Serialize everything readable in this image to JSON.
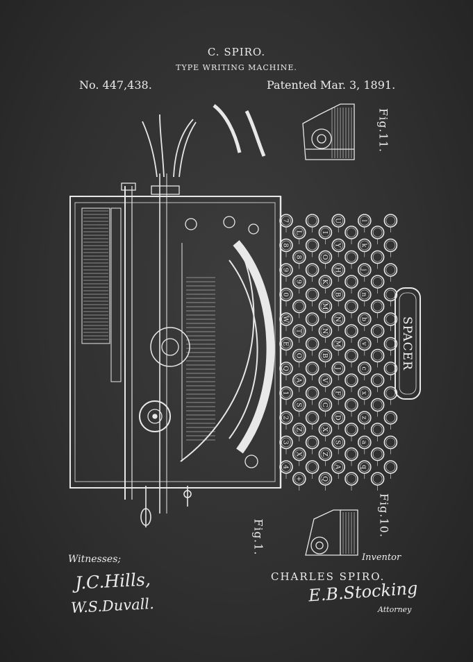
{
  "header": {
    "inventor": "C. SPIRO.",
    "title": "TYPE WRITING MACHINE.",
    "number": "No. 447,438.",
    "date": "Patented Mar. 3, 1891."
  },
  "figures": {
    "fig1": "Fig.1.",
    "fig10": "Fig.10.",
    "fig11": "Fig.11."
  },
  "spacer_label": "SPACER",
  "keyboard": {
    "rows": [
      [
        "7",
        "8",
        "9",
        "0",
        "W",
        "E",
        "Q",
        "1",
        "2",
        "3",
        "4"
      ],
      [
        "L",
        "8",
        "9",
        "",
        "T",
        "O",
        "A",
        "S",
        "Z",
        "X",
        "+"
      ],
      [
        "",
        "",
        "",
        "",
        "",
        "",
        "",
        "",
        "",
        "",
        ""
      ],
      [
        "I",
        "O",
        "K",
        "M",
        "N",
        "B",
        "V",
        "C",
        "X",
        "Z",
        "Q"
      ],
      [
        "U",
        "Y",
        "H",
        "B",
        "N",
        "M",
        "J",
        "F",
        "D",
        "S",
        "A"
      ],
      [
        "",
        "",
        "",
        "",
        "",
        "",
        "",
        "",
        "",
        "",
        ""
      ],
      [
        "l",
        "k",
        "j",
        "n",
        "b",
        "v",
        "c",
        "x",
        "z",
        "a",
        "q"
      ],
      [
        "",
        "",
        "",
        "",
        "",
        "",
        "",
        "",
        "",
        "",
        ""
      ],
      [
        "",
        "",
        "",
        "",
        "",
        "",
        "",
        "",
        "",
        "",
        ""
      ]
    ]
  },
  "signatures": {
    "witnesses_label": "Witnesses;",
    "witness_1": "J.C.Hills,",
    "witness_2": "W.S.Duvall.",
    "inventor_label": "Inventor",
    "inventor_name": "CHARLES SPIRO.",
    "attorney_signature": "E.B.Stocking",
    "attorney_label": "Attorney"
  }
}
